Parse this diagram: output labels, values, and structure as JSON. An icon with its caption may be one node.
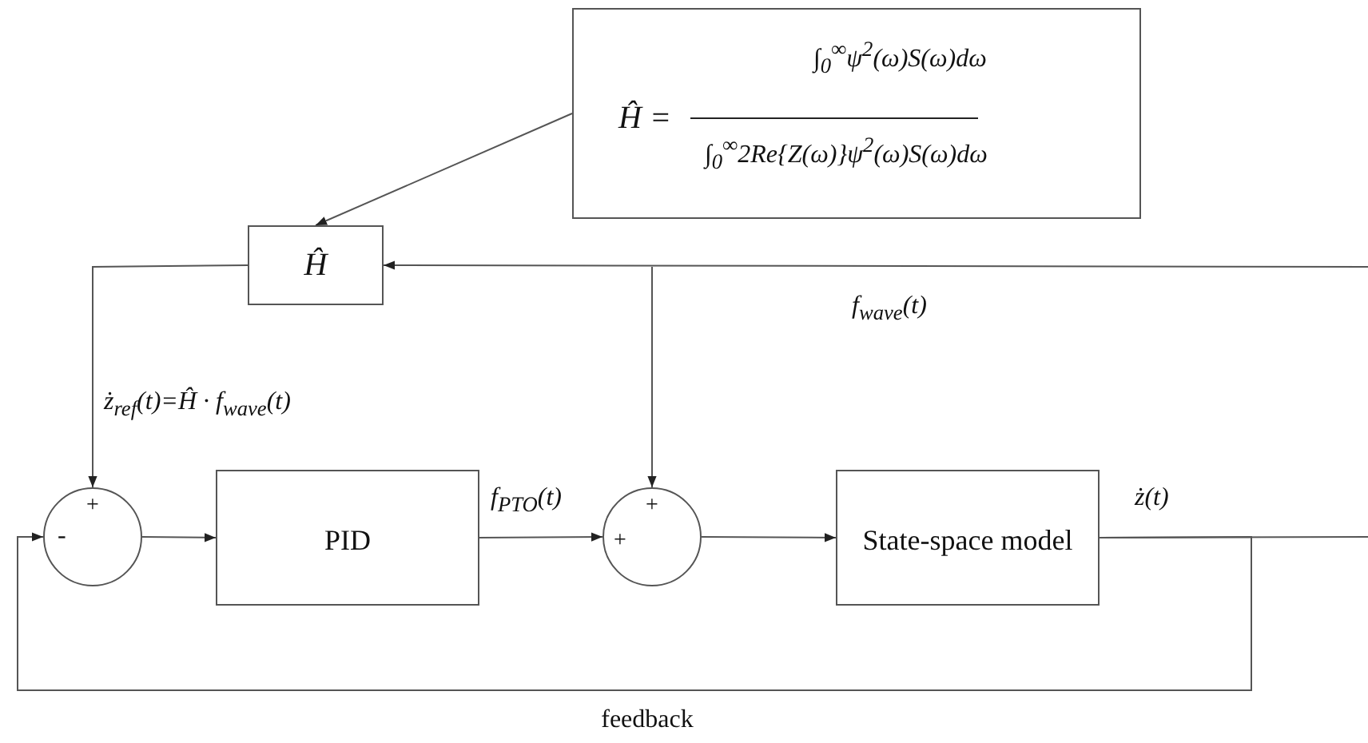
{
  "diagram": {
    "nodes": [
      {
        "text": [
          "Ĥ =",
          "∫$_{0}$$^{∞}$ψ$^{2}$(ω)S(ω)dω",
          "∫$_{0}$$^{∞}$2Re{Z(ω)}ψ$^{2}$(ω)S(ω)dω"
        ]
      },
      {
        "text": [
          "Ĥ"
        ]
      },
      {
        "text": [
          "+",
          "-"
        ]
      },
      {
        "text": [
          "PID"
        ]
      },
      {
        "text": [
          "+",
          "+"
        ]
      },
      {
        "text": [
          "State-space model"
        ]
      }
    ],
    "edges": [
      {
        "from": null,
        "to": 1,
        "arrow": "to"
      },
      {
        "from": null,
        "to": 4,
        "arrow": "to"
      },
      {
        "from": 0,
        "to": 1,
        "arrow": "to"
      },
      {
        "from": 1,
        "to": 2,
        "arrow": "to",
        "label": "ż$_{ref}$(t)=Ĥ · f$_{wave}$(t)"
      },
      {
        "from": 2,
        "to": 3,
        "arrow": "to"
      },
      {
        "from": 3,
        "to": 4,
        "arrow": "to",
        "label": "f$_{PTO}$(t)"
      },
      {
        "from": 4,
        "to": 5,
        "arrow": "to"
      },
      {
        "from": 5,
        "to": null,
        "arrow": "none",
        "label": "ż(t)"
      },
      {
        "from": 5,
        "to": 2,
        "arrow": "to",
        "label": "feedback"
      }
    ],
    "labels": [
      "f$_{wave}$(t)"
    ]
  }
}
